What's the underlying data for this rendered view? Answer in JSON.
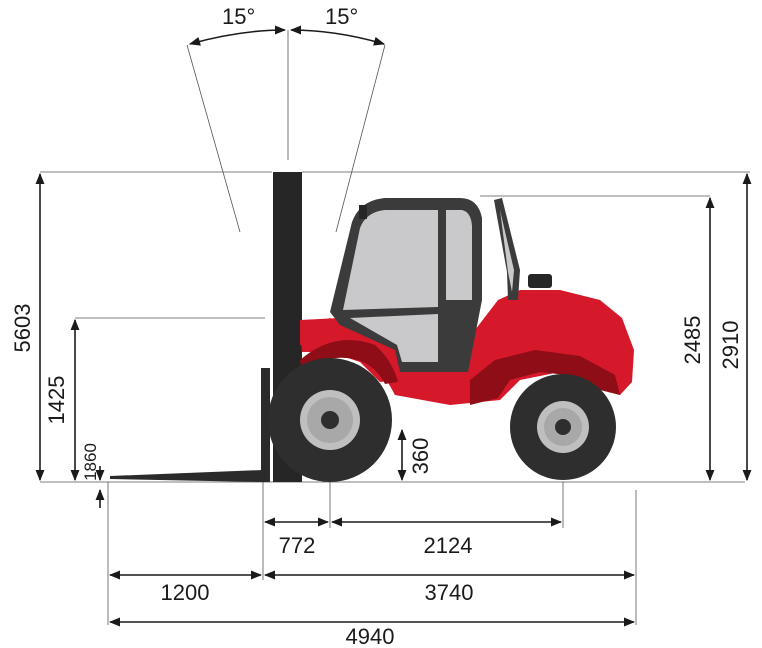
{
  "dimensions": {
    "tilt_forward": "15°",
    "tilt_backward": "15°",
    "max_lift_height": "5603",
    "mid_lift_height": "1425",
    "fork_height": "1860",
    "ground_clearance": "360",
    "cab_height": "2485",
    "overall_height": "2910",
    "front_overhang": "772",
    "wheelbase": "2124",
    "fork_length": "1200",
    "length_to_fork_face": "3740",
    "overall_length": "4940"
  },
  "colors": {
    "body_red": "#d5182a",
    "body_dark_red": "#8f0d17",
    "cab_frame": "#3b3b3b",
    "glass": "#c9c9cc",
    "mast": "#262626",
    "tyre": "#2e2e2e",
    "rim": "#bfbfbf"
  }
}
